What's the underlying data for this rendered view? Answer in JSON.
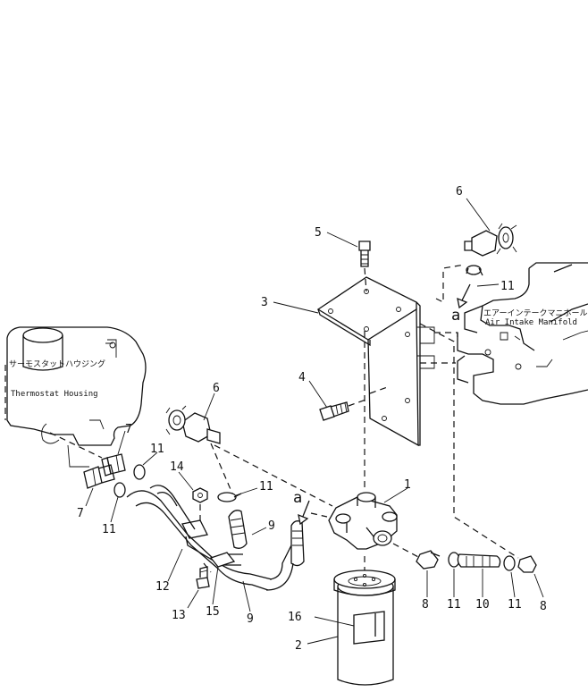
{
  "callouts": {
    "p1": "1",
    "p2": "2",
    "p3": "3",
    "p4": "4",
    "p5": "5",
    "p6a": "6",
    "p6b": "6",
    "p7a": "7",
    "p7b": "7",
    "p8a": "8",
    "p8b": "8",
    "p9a": "9",
    "p9b": "9",
    "p10": "10",
    "p11a": "11",
    "p11b": "11",
    "p11c": "11",
    "p11d": "11",
    "p11e": "11",
    "p11f": "11",
    "p12": "12",
    "p13": "13",
    "p14": "14",
    "p15": "15",
    "p16": "16"
  },
  "references": {
    "a_upper": "a",
    "a_lower": "a"
  },
  "annotations": {
    "thermostat_jp": "サーモスタットハウジング",
    "thermostat_en": "Thermostat Housing",
    "manifold_jp": "エアーインテークマニホールド",
    "manifold_en": "Air Intake Manifold"
  }
}
